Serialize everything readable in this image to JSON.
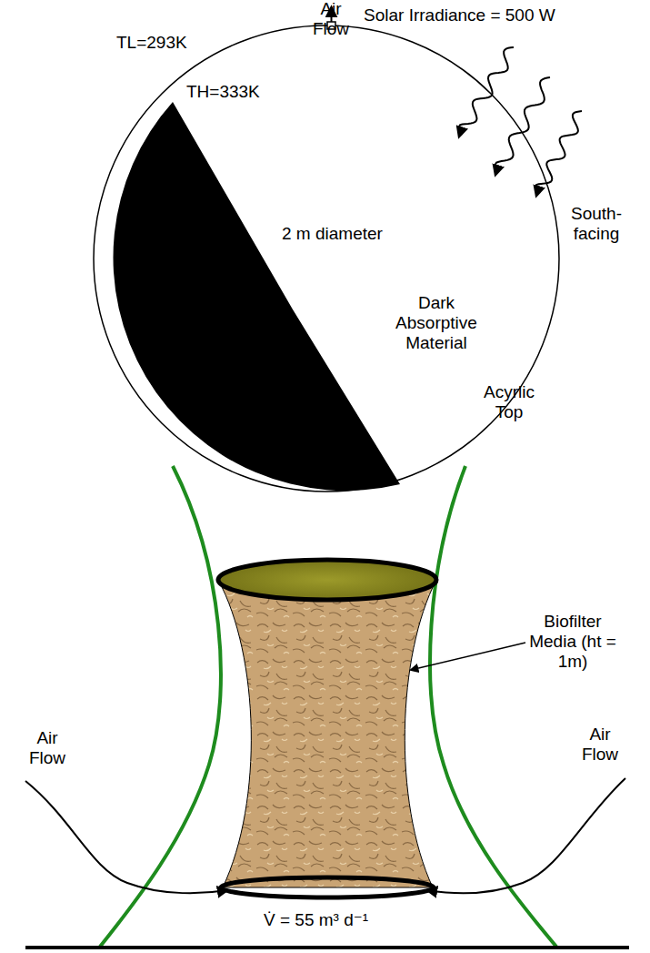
{
  "diagram": {
    "labels": [
      "Air Flow",
      "Solar Irradiance = 500 W",
      "TL=293K",
      "TH=333K",
      "South-facing",
      "2 m diameter",
      "Dark Absorptive Material",
      "Acyrlic Top",
      "Biofilter Media (ht = 1m)",
      "Air Flow",
      "Air Flow",
      "V̇ = 55 m³ d⁻¹"
    ]
  }
}
